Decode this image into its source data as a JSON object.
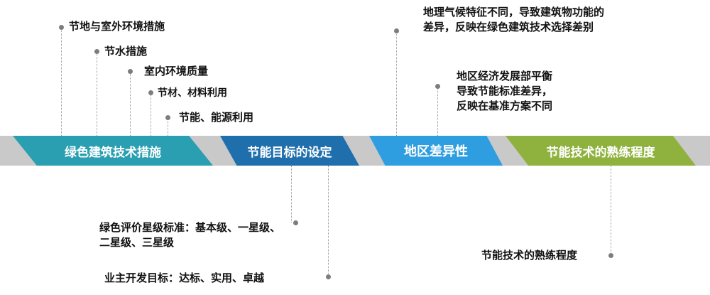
{
  "segments": [
    {
      "label": "绿色建筑技术措施",
      "color": "#2a9fb1"
    },
    {
      "label": "节能目标的设定",
      "color": "#1f6fad"
    },
    {
      "label": "地区差异性",
      "color": "#2f9ee0"
    },
    {
      "label": "节能技术的熟练程度",
      "color": "#8fb13e"
    }
  ],
  "measures": [
    "节地与室外环境措施",
    "节水措施",
    "室内环境质量",
    "节材、材料利用",
    "节能、能源利用"
  ],
  "targets": {
    "rating": "绿色评价星级标准：基本级、一星级、二星级、三星级",
    "owner": "业主开发目标：达标、实用、卓越"
  },
  "regional": {
    "climate": "地理气候特征不同，导致建筑物功能的差异，反映在绿色建筑技术选择差别",
    "economy_lines": [
      "地区经济发展部平衡",
      "导致节能标准差异，",
      "反映在基准方案不同"
    ]
  },
  "proficiency": {
    "label": "节能技术的熟练程度"
  }
}
